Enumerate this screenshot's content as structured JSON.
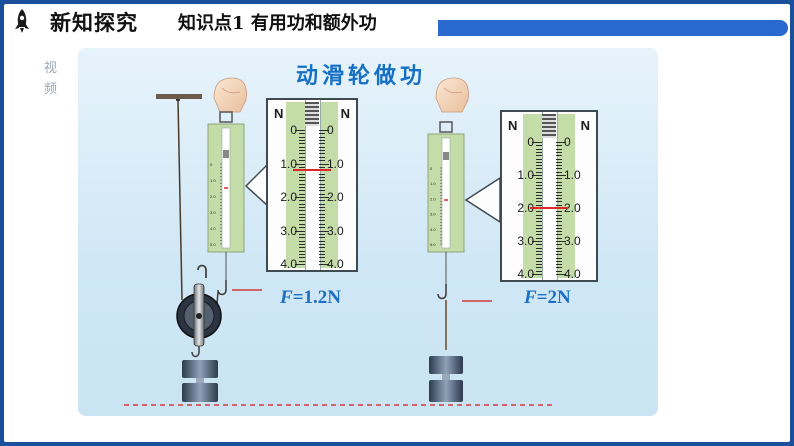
{
  "header": {
    "section_title": "新知探究",
    "topic": "知识点1  有用功和额外功"
  },
  "sidebar": {
    "video_label": "视频"
  },
  "figure": {
    "title": "动滑轮做功",
    "scale_unit": "N",
    "scale_ticks": [
      "0",
      "1.0",
      "2.0",
      "3.0",
      "4.0"
    ],
    "small_scale_ticks": [
      "0",
      "1.0",
      "2.0",
      "3.0",
      "4.0",
      "5.0"
    ],
    "left": {
      "force_var": "F",
      "force_value": "=1.2N",
      "reading": 1.2
    },
    "right": {
      "force_var": "F",
      "force_value": "=2N",
      "reading": 2.0
    }
  },
  "colors": {
    "frame": "#1a4f9c",
    "accent_bar": "#2a6ad0",
    "panel_title": "#1670c6",
    "force_text": "#1c6fc4",
    "scale_green": "#c4dca7",
    "reading_red": "#e0252b"
  }
}
